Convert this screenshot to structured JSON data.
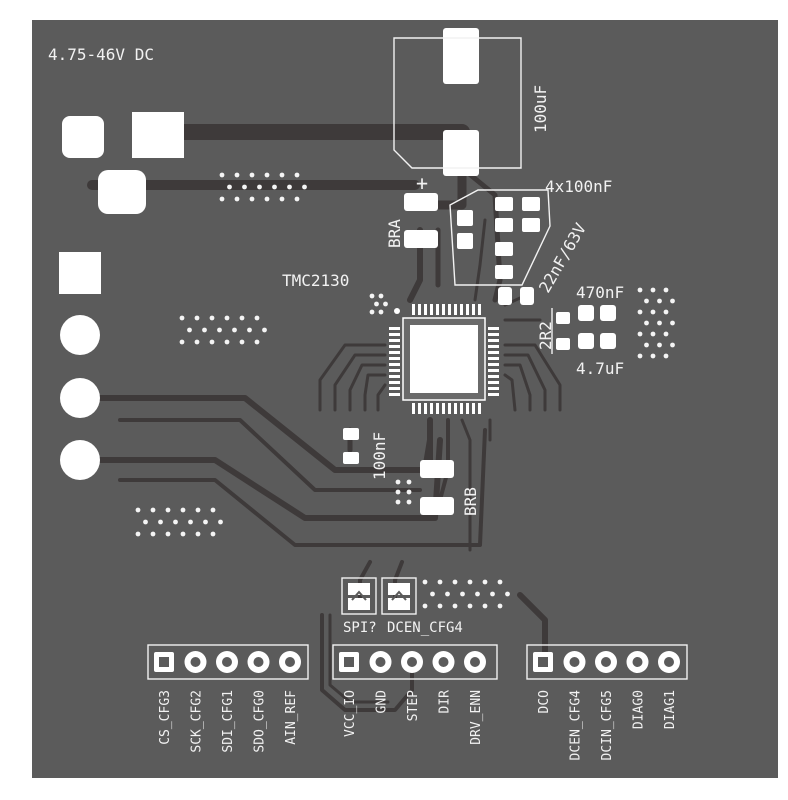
{
  "board": {
    "title": "4.75-46V DC",
    "chip": "TMC2130",
    "colors": {
      "background": "#ffffff",
      "board": "#5b5b5b",
      "trace": "#3e3a3a",
      "pad": "#ffffff",
      "silkscreen": "#f2f2f2"
    }
  },
  "components": {
    "cap_bulk": "100uF",
    "cap_decouple": "4x100nF",
    "cap_22n": "22nF/63V",
    "cap_470n": "470nF",
    "res_2r2": "2R2",
    "cap_4u7": "4.7uF",
    "cap_vref": "100nF",
    "res_bra": "BRA",
    "res_brb": "BRB",
    "plus_mark": "+"
  },
  "jumpers": {
    "spi": "SPI?",
    "dcen": "DCEN_CFG4"
  },
  "headers": [
    {
      "pins": [
        "CS_CFG3",
        "SCK_CFG2",
        "SDI_CFG1",
        "SDO_CFG0",
        "AIN_REF"
      ]
    },
    {
      "pins": [
        "VCC_IO",
        "GND",
        "STEP",
        "DIR",
        "DRV_ENN"
      ]
    },
    {
      "pins": [
        "DCO",
        "DCEN_CFG4",
        "DCIN_CFG5",
        "DIAG0",
        "DIAG1"
      ]
    }
  ]
}
